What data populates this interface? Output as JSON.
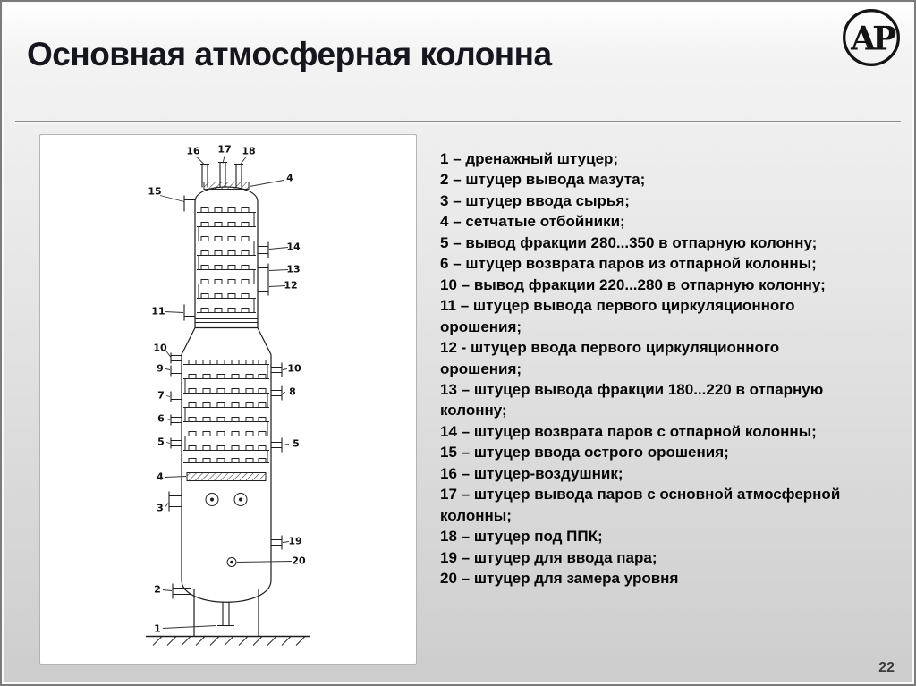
{
  "slide": {
    "title": "Основная атмосферная колонна",
    "page_number": "22"
  },
  "logo": {
    "monogram": "АР"
  },
  "legend": {
    "items": [
      {
        "n": "1",
        "t": "– дренажный штуцер;"
      },
      {
        "n": "2",
        "t": "– штуцер вывода мазута;"
      },
      {
        "n": "3",
        "t": "– штуцер ввода сырья;"
      },
      {
        "n": "4",
        "t": "– сетчатые отбойники;"
      },
      {
        "n": "5",
        "t": "– вывод фракции 280...350 в отпарную колонну;"
      },
      {
        "n": "6",
        "t": "– штуцер возврата паров из отпарной колонны;"
      },
      {
        "n": "10",
        "t": "– вывод фракции 220...280 в отпарную колонну;"
      },
      {
        "n": "11",
        "t": "– штуцер вывода первого циркуляционного орошения;"
      },
      {
        "n": "12",
        "t": "- штуцер ввода первого циркуляционного орошения;"
      },
      {
        "n": "13",
        "t": "– штуцер вывода фракции 180...220 в отпарную колонну;"
      },
      {
        "n": "14",
        "t": "– штуцер возврата паров с отпарной колонны;"
      },
      {
        "n": "15",
        "t": "– штуцер ввода острого орошения;"
      },
      {
        "n": "16",
        "t": "– штуцер-воздушник;"
      },
      {
        "n": "17",
        "t": "– штуцер вывода паров с основной атмосферной колонны;"
      },
      {
        "n": "18",
        "t": "– штуцер под ППК;"
      },
      {
        "n": "19",
        "t": "– штуцер для ввода пара;"
      },
      {
        "n": "20",
        "t": "– штуцер для замера уровня"
      }
    ]
  },
  "diagram": {
    "callouts": {
      "n16": "16",
      "n17": "17",
      "n18": "18",
      "n15": "15",
      "n4_top": "4",
      "n14": "14",
      "n13": "13",
      "n12": "12",
      "n11": "11",
      "n10_left": "10",
      "n9": "9",
      "n10_right": "10",
      "n7": "7",
      "n8": "8",
      "n6": "6",
      "n5_left": "5",
      "n5_right": "5",
      "n4_left": "4",
      "n3": "3",
      "n19": "19",
      "n20": "20",
      "n2": "2",
      "n1": "1"
    }
  }
}
